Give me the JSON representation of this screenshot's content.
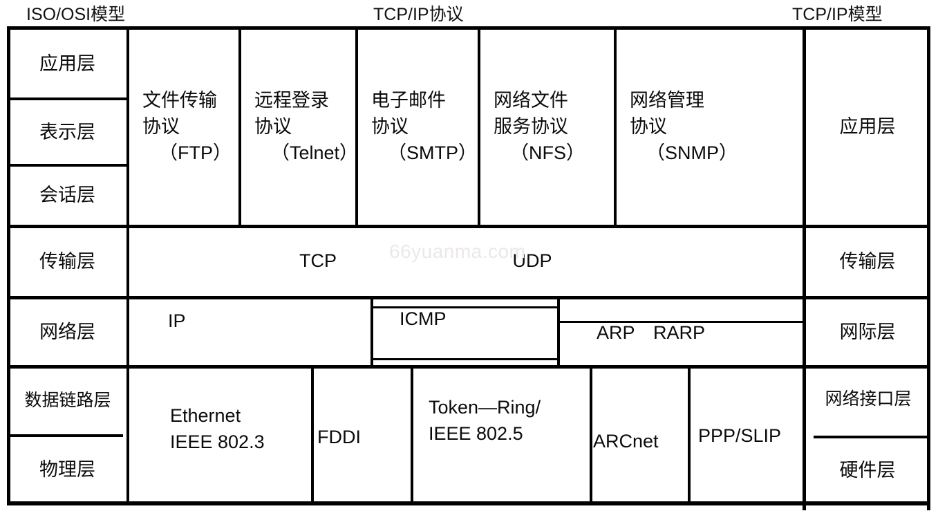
{
  "diagram": {
    "title_left": "ISO/OSI模型",
    "title_center": "TCP/IP协议",
    "title_right": "TCP/IP模型",
    "watermark": "66yuanma.com",
    "line_color": "#000000",
    "background": "#ffffff",
    "watermark_color": "#ece7ea"
  },
  "osi_layers": [
    {
      "label": "应用层"
    },
    {
      "label": "表示层"
    },
    {
      "label": "会话层"
    },
    {
      "label": "传输层"
    },
    {
      "label": "网络层"
    },
    {
      "label": "数据链路层"
    },
    {
      "label": "物理层"
    }
  ],
  "tcpip_layers": [
    {
      "label": "应用层"
    },
    {
      "label": "传输层"
    },
    {
      "label": "网际层"
    },
    {
      "label": "网络接口层"
    },
    {
      "label": "硬件层"
    }
  ],
  "application_protocols": [
    {
      "line1": "文件传输",
      "line2": "协议",
      "line3": "（FTP）"
    },
    {
      "line1": "远程登录",
      "line2": "协议",
      "line3": "（Telnet）"
    },
    {
      "line1": "电子邮件",
      "line2": "协议",
      "line3": "（SMTP）"
    },
    {
      "line1": "网络文件",
      "line2": "服务协议",
      "line3": "（NFS）"
    },
    {
      "line1": "网络管理",
      "line2": "协议",
      "line3": "（SNMP）"
    }
  ],
  "transport_protocols": [
    {
      "label": "TCP"
    },
    {
      "label": "UDP"
    }
  ],
  "network_protocols": [
    {
      "label": "IP"
    },
    {
      "label": "ICMP"
    },
    {
      "label": "ARP　RARP"
    }
  ],
  "datalink_protocols": [
    {
      "line1": "Ethernet",
      "line2": "IEEE  802.3"
    },
    {
      "line1": "FDDI",
      "line2": ""
    },
    {
      "line1": "Token—Ring/",
      "line2": "IEEE  802.5"
    },
    {
      "line1": "ARCnet",
      "line2": ""
    },
    {
      "line1": "PPP/SLIP",
      "line2": ""
    }
  ]
}
